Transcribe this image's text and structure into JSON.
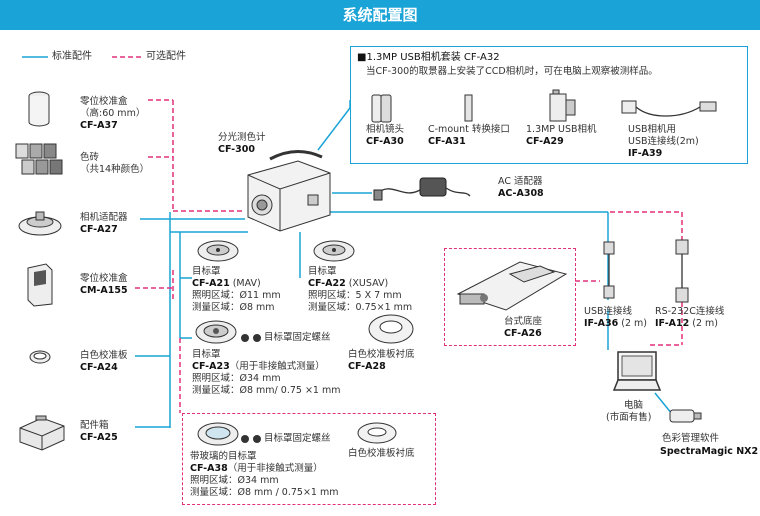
{
  "title": "系统配置图",
  "legend": {
    "standard": "标准配件",
    "optional": "可选配件"
  },
  "colors": {
    "banner": "#1aa3d6",
    "standard": "#1aa3d6",
    "optional": "#e0307a"
  },
  "camera_kit": {
    "title": "1.3MP USB相机套装 CF-A32",
    "desc": "当CF-300的取景器上安装了CCD相机时，可在电脑上观察被测样品。",
    "items": [
      {
        "name": "相机镜头",
        "code": "CF-A30"
      },
      {
        "name": "C-mount 转换接口",
        "code": "CF-A31"
      },
      {
        "name": "1.3MP USB相机",
        "code": "CF-A29"
      },
      {
        "name1": "USB相机用",
        "name2": "USB连接线(2m)",
        "code": "IF-A39"
      }
    ]
  },
  "left_items": [
    {
      "name": "零位校准盒",
      "sub": "（高:60 mm）",
      "code": "CF-A37"
    },
    {
      "name": "色砖",
      "sub": "（共14种颜色）",
      "code": ""
    },
    {
      "name": "相机适配器",
      "sub": "",
      "code": "CF-A27"
    },
    {
      "name": "零位校准盒",
      "sub": "",
      "code": "CM-A155"
    },
    {
      "name": "白色校准板",
      "sub": "",
      "code": "CF-A24"
    },
    {
      "name": "配件箱",
      "sub": "",
      "code": "CF-A25"
    }
  ],
  "main_unit": {
    "name": "分光测色计",
    "code": "CF-300"
  },
  "ac_adapter": {
    "name": "AC 适配器",
    "code": "AC-A308"
  },
  "targets": {
    "a21": {
      "name": "目标罩",
      "code": "CF-A21",
      "mode": " (MAV)",
      "l1": "照明区域：Ø11 mm",
      "l2": "测量区域：Ø8 mm"
    },
    "a22": {
      "name": "目标罩",
      "code": "CF-A22",
      "mode": " (XUSAV)",
      "l1": "照明区域：5 X 7 mm",
      "l2": "测量区域：0.75×1 mm"
    },
    "screw1": "目标罩固定螺丝",
    "a23": {
      "name": "目标罩",
      "code": "CF-A23",
      "mode": "（用于非接触式测量）",
      "l1": "照明区域：Ø34 mm",
      "l2": "测量区域：Ø8 mm/ 0.75 ×1 mm"
    },
    "a28": {
      "name": "白色校准板衬底",
      "code": "CF-A28"
    },
    "a38": {
      "name": "带玻璃的目标罩",
      "code": "CF-A38",
      "mode": "（用于非接触式测量）",
      "l1": "照明区域：Ø34 mm",
      "l2": "测量区域：Ø8 mm / 0.75×1 mm"
    },
    "screw2": "目标罩固定螺丝",
    "base2": "白色校准板衬底"
  },
  "stage": {
    "name": "台式底座",
    "code": "CF-A26"
  },
  "usb_cable": {
    "name": "USB连接线",
    "code": "IF-A36",
    "len": "(2 m)"
  },
  "rs_cable": {
    "name": "RS-232C连接线",
    "code": "IF-A12",
    "len": "(2 m)"
  },
  "pc": {
    "name": "电脑",
    "sub": "(市面有售)"
  },
  "software": {
    "name": "色彩管理软件",
    "code": "SpectraMagic NX2"
  }
}
